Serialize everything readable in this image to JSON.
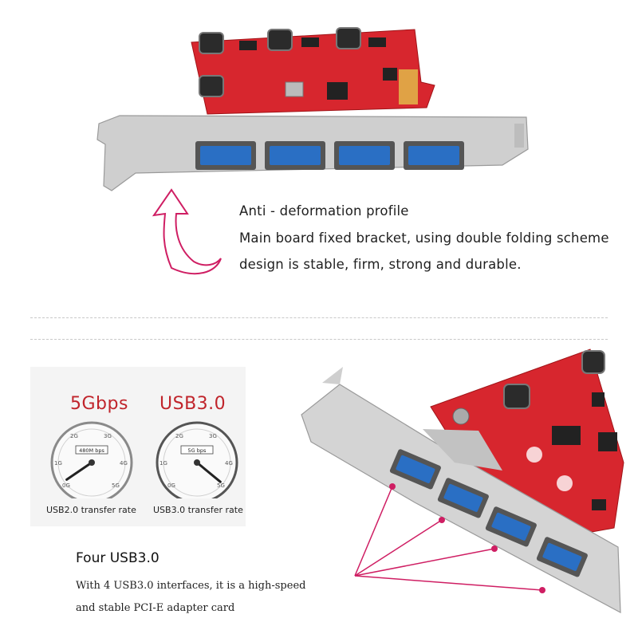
{
  "top_section": {
    "heading": "Anti - deformation profile",
    "line2": "Main board fixed bracket, using double folding scheme",
    "line3": "design is stable, firm, strong and durable."
  },
  "gauges": [
    {
      "headline": "5Gbps",
      "speed_label": "480M bps",
      "caption": "USB2.0 transfer rate",
      "ticks": [
        "0G",
        "1G",
        "2G",
        "3G",
        "4G",
        "5G"
      ],
      "level_fraction": 0.04
    },
    {
      "headline": "USB3.0",
      "speed_label": "5G bps",
      "caption": "USB3.0 transfer rate",
      "ticks": [
        "0G",
        "1G",
        "2G",
        "3G",
        "4G",
        "5G"
      ],
      "level_fraction": 0.98
    }
  ],
  "bottom_section": {
    "heading": "Four USB3.0",
    "line2": "With 4 USB3.0 interfaces, it is a high-speed",
    "line3": "and stable PCI-E adapter card"
  },
  "colors": {
    "accent_red": "#c0242b",
    "pink_arrow": "#cf1e63",
    "usb_blue": "#2a6fc4",
    "pcb_red": "#d7262e"
  }
}
